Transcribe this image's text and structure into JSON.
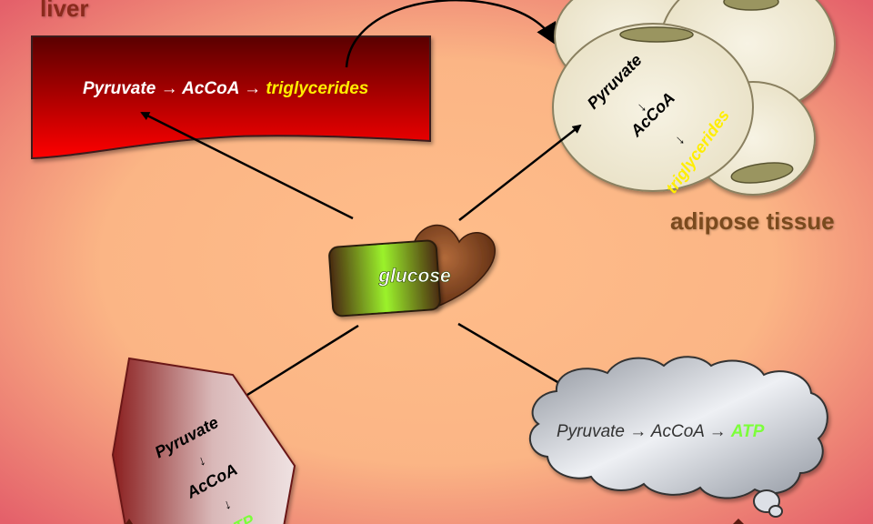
{
  "labels": {
    "liver": "liver",
    "adipose": "adipose tissue"
  },
  "liver": {
    "pyruvate": "Pyruvate",
    "arrow1": "→",
    "acoa": "AcCoA",
    "arrow2": "→",
    "product": "triglycerides"
  },
  "adipose": {
    "pyruvate": "Pyruvate",
    "arrow1": "→",
    "acoa": "AcCoA",
    "arrow2": "→",
    "product": "triglycerides"
  },
  "center": {
    "label": "glucose"
  },
  "muscle": {
    "pyruvate": "Pyruvate",
    "arrow1": "→",
    "acoa": "AcCoA",
    "arrow2": "→",
    "product": "ATP"
  },
  "brain": {
    "pyruvate": "Pyruvate",
    "arrow1": "→",
    "acoa": "AcCoA",
    "arrow2": "→",
    "product": "ATP"
  },
  "colors": {
    "triglycerides": "#ffee00",
    "atp": "#7cff3a",
    "liver_dark": "#5a0000",
    "liver_bright": "#ff0000"
  }
}
